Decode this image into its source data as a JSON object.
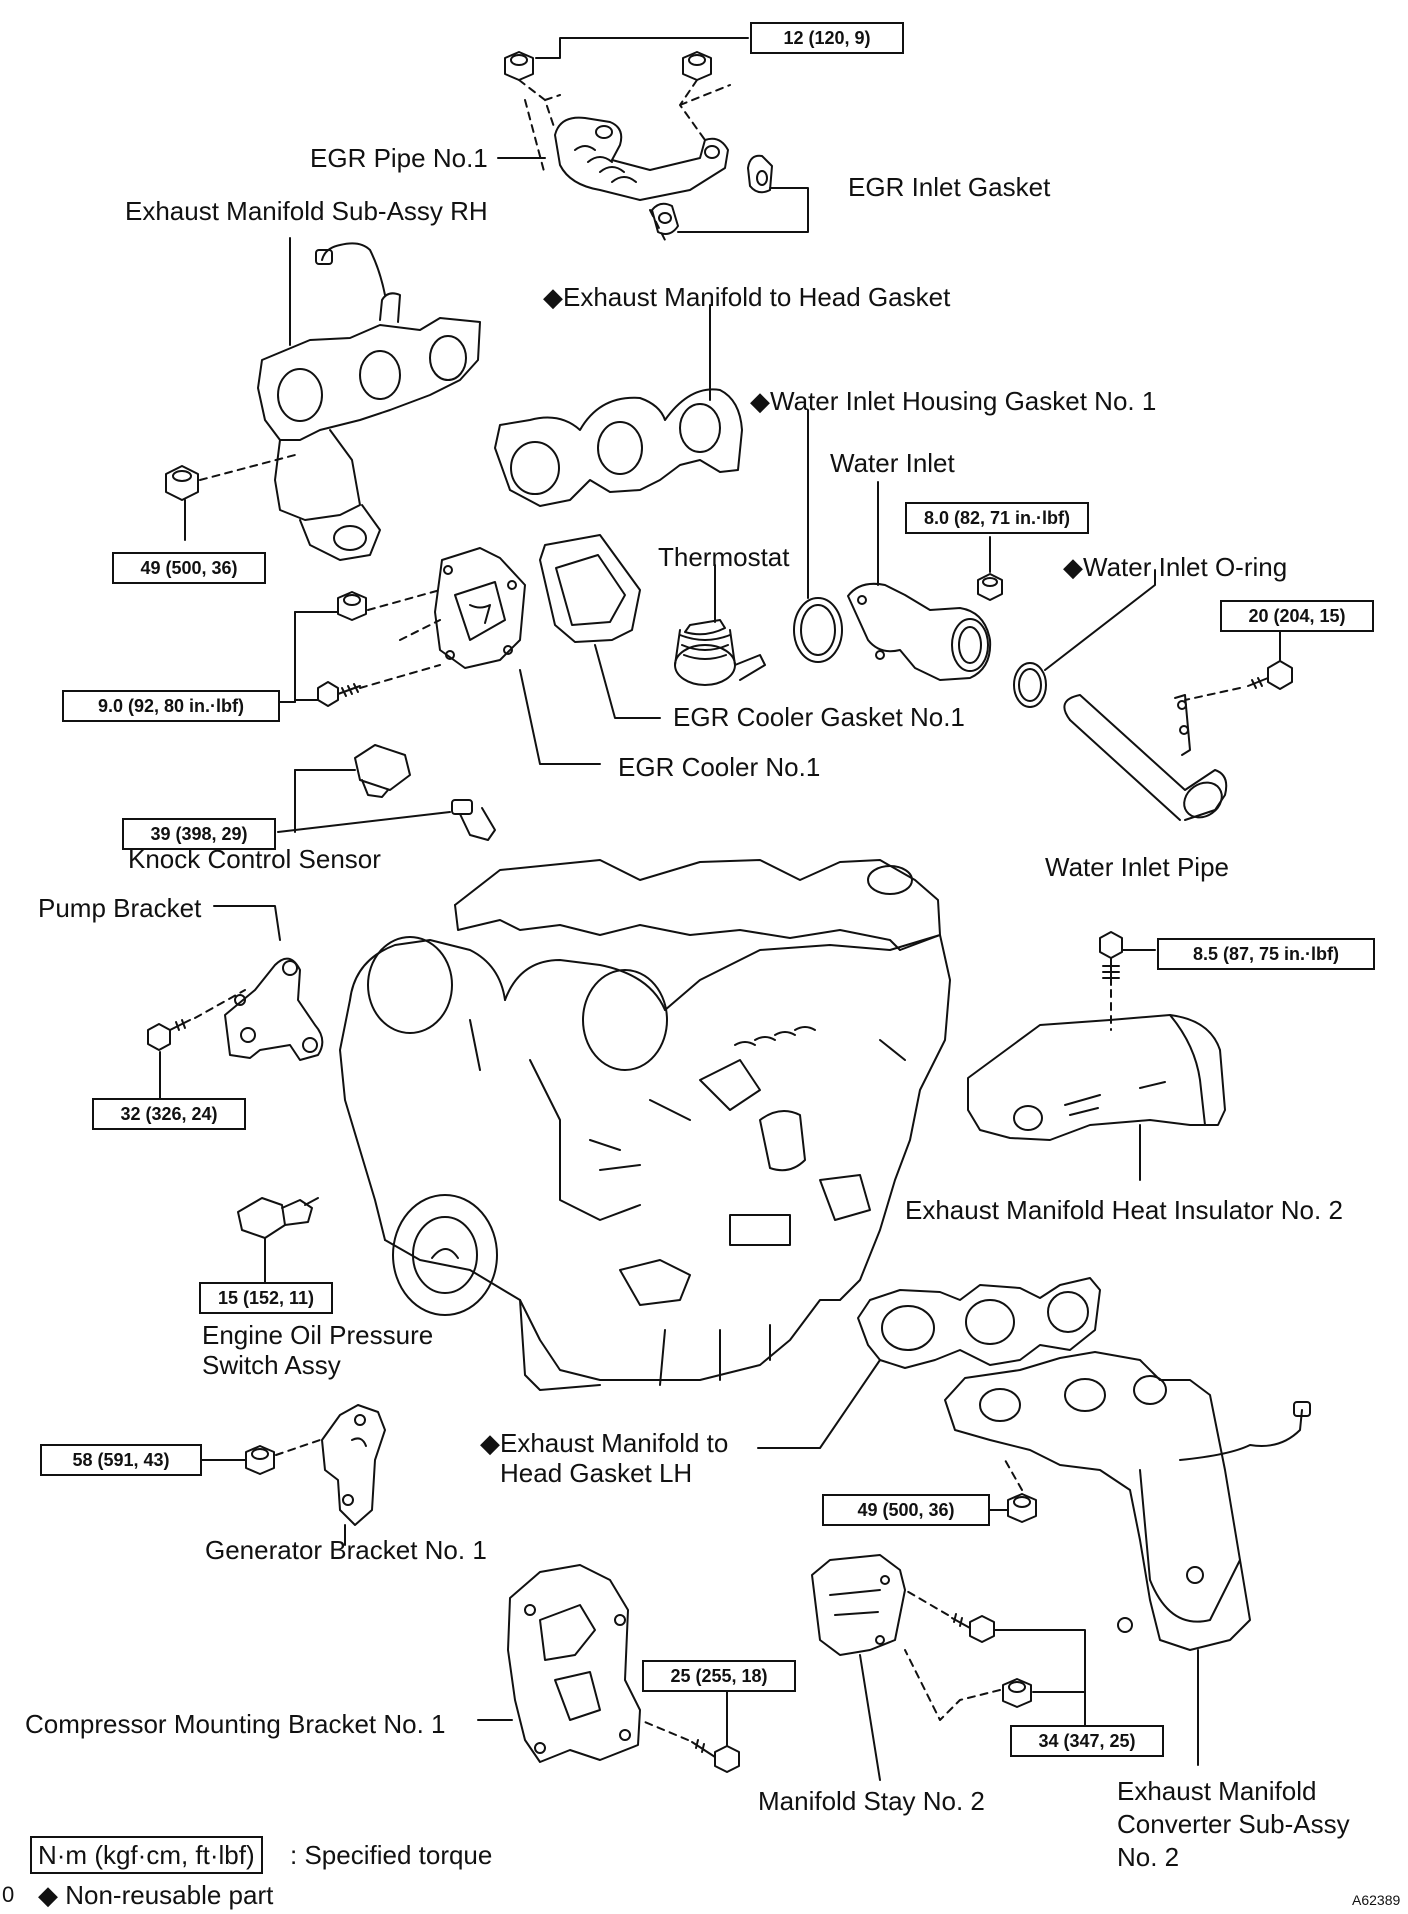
{
  "labels": {
    "egr_pipe_no1": "EGR Pipe No.1",
    "exhaust_manifold_sub_assy_rh": "Exhaust Manifold Sub-Assy RH",
    "egr_inlet_gasket": "EGR Inlet Gasket",
    "exhaust_manifold_to_head_gasket": "◆Exhaust Manifold to Head Gasket",
    "water_inlet_housing_gasket_no1": "◆Water Inlet Housing Gasket No. 1",
    "water_inlet": "Water Inlet",
    "thermostat": "Thermostat",
    "water_inlet_oring": "◆Water Inlet O-ring",
    "egr_cooler_gasket_no1": "EGR Cooler Gasket No.1",
    "egr_cooler_no1": "EGR Cooler No.1",
    "knock_control_sensor": "Knock Control Sensor",
    "water_inlet_pipe": "Water Inlet Pipe",
    "pump_bracket": "Pump Bracket",
    "exhaust_manifold_heat_insulator_no2": "Exhaust Manifold Heat Insulator No. 2",
    "engine_oil_pressure_switch_assy": "Engine Oil Pressure Switch Assy",
    "exhaust_manifold_to_head_gasket_lh": "◆Exhaust Manifold to Head Gasket LH",
    "generator_bracket_no1": "Generator Bracket No. 1",
    "compressor_mounting_bracket_no1": "Compressor Mounting Bracket No. 1",
    "manifold_stay_no2": "Manifold Stay No. 2",
    "exhaust_manifold_converter_sub_assy_no2": "Exhaust Manifold Converter Sub-Assy No. 2"
  },
  "torques": {
    "egr_pipe": "12 (120, 9)",
    "manifold_rh": "49 (500, 36)",
    "water_inlet": "8.0 (82, 71 in.·lbf)",
    "water_inlet_pipe": "20 (204, 15)",
    "egr_cooler": "9.0 (92, 80 in.·lbf)",
    "knock_sensor": "39 (398, 29)",
    "heat_insulator": "8.5 (87, 75 in.·lbf)",
    "pump_bracket": "32 (326, 24)",
    "oil_pressure_switch": "15 (152, 11)",
    "generator_bracket": "58 (591, 43)",
    "manifold_lh": "49 (500, 36)",
    "compressor_bracket": "25 (255, 18)",
    "manifold_stay": "34 (347, 25)"
  },
  "legend": {
    "torque_unit": "N·m (kgf·cm, ft·lbf)",
    "torque_desc": ": Specified torque",
    "non_reusable": "◆ Non-reusable part"
  },
  "margin_mark": "0",
  "figure_code": "A62389"
}
